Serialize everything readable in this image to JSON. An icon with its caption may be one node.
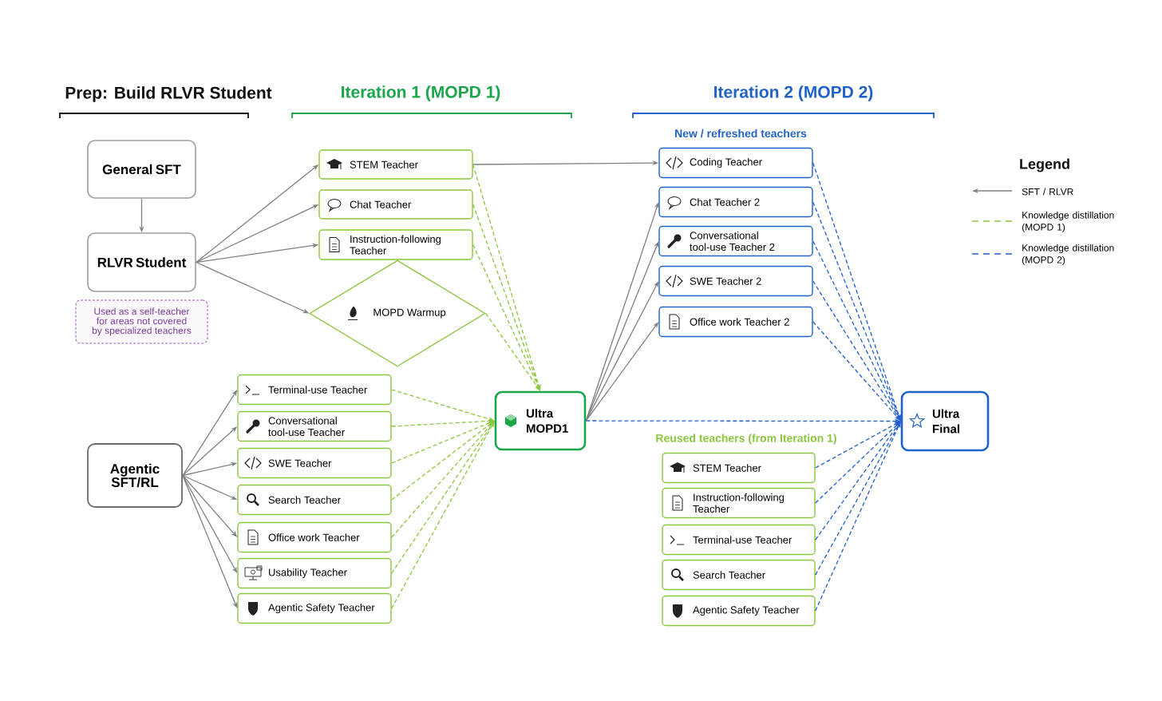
{
  "diagram": {
    "nodes": [
      {
        "text": [
          "General SFT"
        ]
      },
      {
        "text": [
          "RLVR Student"
        ]
      },
      {
        "text": [
          "Used as a self-teacher for areas not covered by specialized teachers"
        ]
      },
      {
        "text": [
          "STEM Teacher"
        ]
      },
      {
        "text": [
          "Chat Teacher"
        ]
      },
      {
        "text": [
          "Instruction-following Teacher"
        ]
      },
      {
        "text": [
          "MOPD Warmup"
        ]
      },
      {
        "text": [
          "Agentic SFT/RL"
        ]
      },
      {
        "text": [
          "Terminal-use Teacher"
        ]
      },
      {
        "text": [
          "Conversational tool-use Teacher"
        ]
      },
      {
        "text": [
          "SWE Teacher"
        ]
      },
      {
        "text": [
          "Search Teacher"
        ]
      },
      {
        "text": [
          "Office work Teacher"
        ]
      },
      {
        "text": [
          "Usability Teacher"
        ]
      },
      {
        "text": [
          "Agentic Safety Teacher"
        ]
      },
      {
        "text": [
          "Ultra MOPD1"
        ]
      },
      {
        "text": [
          "Coding Teacher"
        ]
      },
      {
        "text": [
          "Chat Teacher 2"
        ]
      },
      {
        "text": [
          "Conversational tool-use Teacher 2"
        ]
      },
      {
        "text": [
          "SWE Teacher 2"
        ]
      },
      {
        "text": [
          "Office work Teacher 2"
        ]
      },
      {
        "text": [
          "STEM Teacher"
        ]
      },
      {
        "text": [
          "Instruction-following Teacher"
        ]
      },
      {
        "text": [
          "Terminal-use Teacher"
        ]
      },
      {
        "text": [
          "Search Teacher"
        ]
      },
      {
        "text": [
          "Agentic Safety Teacher"
        ]
      },
      {
        "text": [
          "Ultra Final"
        ]
      }
    ],
    "edges": [
      {
        "from": 0,
        "to": 1,
        "arrow": "to"
      },
      {
        "from": 1,
        "to": 3,
        "arrow": "to"
      },
      {
        "from": 1,
        "to": 4,
        "arrow": "to"
      },
      {
        "from": 1,
        "to": 5,
        "arrow": "to"
      },
      {
        "from": 1,
        "to": 6,
        "arrow": "to"
      },
      {
        "from": 3,
        "to": 16,
        "arrow": "to"
      },
      {
        "from": 3,
        "to": 15,
        "arrow": "to",
        "style": "dashed",
        "color": "#8cc63f"
      },
      {
        "from": 4,
        "to": 15,
        "arrow": "to",
        "style": "dashed",
        "color": "#8cc63f"
      },
      {
        "from": 5,
        "to": 15,
        "arrow": "to",
        "style": "dashed",
        "color": "#8cc63f"
      },
      {
        "from": 6,
        "to": 15,
        "arrow": "to",
        "style": "dashed",
        "color": "#8cc63f"
      },
      {
        "from": 7,
        "to": 8,
        "arrow": "to"
      },
      {
        "from": 7,
        "to": 9,
        "arrow": "to"
      },
      {
        "from": 7,
        "to": 10,
        "arrow": "to"
      },
      {
        "from": 7,
        "to": 11,
        "arrow": "to"
      },
      {
        "from": 7,
        "to": 12,
        "arrow": "to"
      },
      {
        "from": 7,
        "to": 13,
        "arrow": "to"
      },
      {
        "from": 7,
        "to": 14,
        "arrow": "to"
      },
      {
        "from": 8,
        "to": 15,
        "arrow": "to",
        "style": "dashed",
        "color": "#8cc63f"
      },
      {
        "from": 9,
        "to": 15,
        "arrow": "to",
        "style": "dashed",
        "color": "#8cc63f"
      },
      {
        "from": 10,
        "to": 15,
        "arrow": "to",
        "style": "dashed",
        "color": "#8cc63f"
      },
      {
        "from": 11,
        "to": 15,
        "arrow": "to",
        "style": "dashed",
        "color": "#8cc63f"
      },
      {
        "from": 12,
        "to": 15,
        "arrow": "to",
        "style": "dashed",
        "color": "#8cc63f"
      },
      {
        "from": 13,
        "to": 15,
        "arrow": "to",
        "style": "dashed",
        "color": "#8cc63f"
      },
      {
        "from": 14,
        "to": 15,
        "arrow": "to",
        "style": "dashed",
        "color": "#8cc63f"
      },
      {
        "from": 15,
        "to": 17,
        "arrow": "to"
      },
      {
        "from": 15,
        "to": 18,
        "arrow": "to"
      },
      {
        "from": 15,
        "to": 19,
        "arrow": "to"
      },
      {
        "from": 15,
        "to": 20,
        "arrow": "to"
      },
      {
        "from": 15,
        "to": 26,
        "arrow": "to",
        "style": "dashed",
        "color": "#1f5fcf"
      },
      {
        "from": 16,
        "to": 26,
        "arrow": "to",
        "style": "dashed",
        "color": "#1f5fcf"
      },
      {
        "from": 17,
        "to": 26,
        "arrow": "to",
        "style": "dashed",
        "color": "#1f5fcf"
      },
      {
        "from": 18,
        "to": 26,
        "arrow": "to",
        "style": "dashed",
        "color": "#1f5fcf"
      },
      {
        "from": 19,
        "to": 26,
        "arrow": "to",
        "style": "dashed",
        "color": "#1f5fcf"
      },
      {
        "from": 20,
        "to": 26,
        "arrow": "to",
        "style": "dashed",
        "color": "#1f5fcf"
      },
      {
        "from": 21,
        "to": 26,
        "arrow": "to",
        "style": "dashed",
        "color": "#1f5fcf"
      },
      {
        "from": 22,
        "to": 26,
        "arrow": "to",
        "style": "dashed",
        "color": "#1f5fcf"
      },
      {
        "from": 23,
        "to": 26,
        "arrow": "to",
        "style": "dashed",
        "color": "#1f5fcf"
      },
      {
        "from": 24,
        "to": 26,
        "arrow": "to",
        "style": "dashed",
        "color": "#1f5fcf"
      },
      {
        "from": 25,
        "to": 26,
        "arrow": "to",
        "style": "dashed",
        "color": "#1f5fcf"
      }
    ],
    "labels": [
      "Prep: Build RLVR Student",
      "Iteration 1 (MOPD 1)",
      "Iteration 2 (MOPD 2)",
      "New / refreshed teachers",
      "Reused teachers (from Iteration 1)",
      "Legend"
    ],
    "legend": [
      {
        "text": "SFT / RLVR"
      },
      {
        "text": "Knowledge distillation (MOPD 1)"
      },
      {
        "text": "Knowledge distillation (MOPD 2)"
      }
    ]
  }
}
